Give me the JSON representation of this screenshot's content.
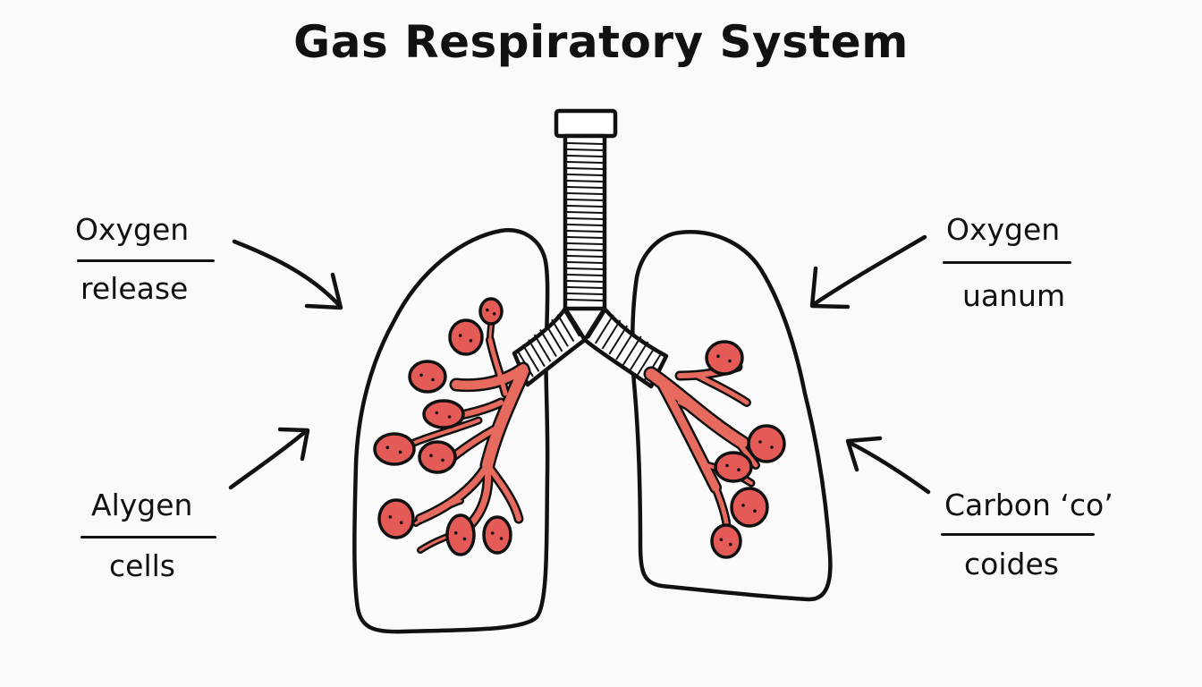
{
  "title": "Gas Respiratory System",
  "labels": {
    "top_left": {
      "line1": "Oxygen",
      "line2": "release"
    },
    "bottom_left": {
      "line1": "Alygen",
      "line2": "cells"
    },
    "top_right": {
      "line1": "Oxygen",
      "line2": "uanum"
    },
    "bottom_right": {
      "line1": "Carbon ‘co’",
      "line2": "coides"
    }
  },
  "colors": {
    "background": "#fafafa",
    "outline": "#111111",
    "alveoli": "#e35a57",
    "bronchi": "#e66a5e"
  }
}
